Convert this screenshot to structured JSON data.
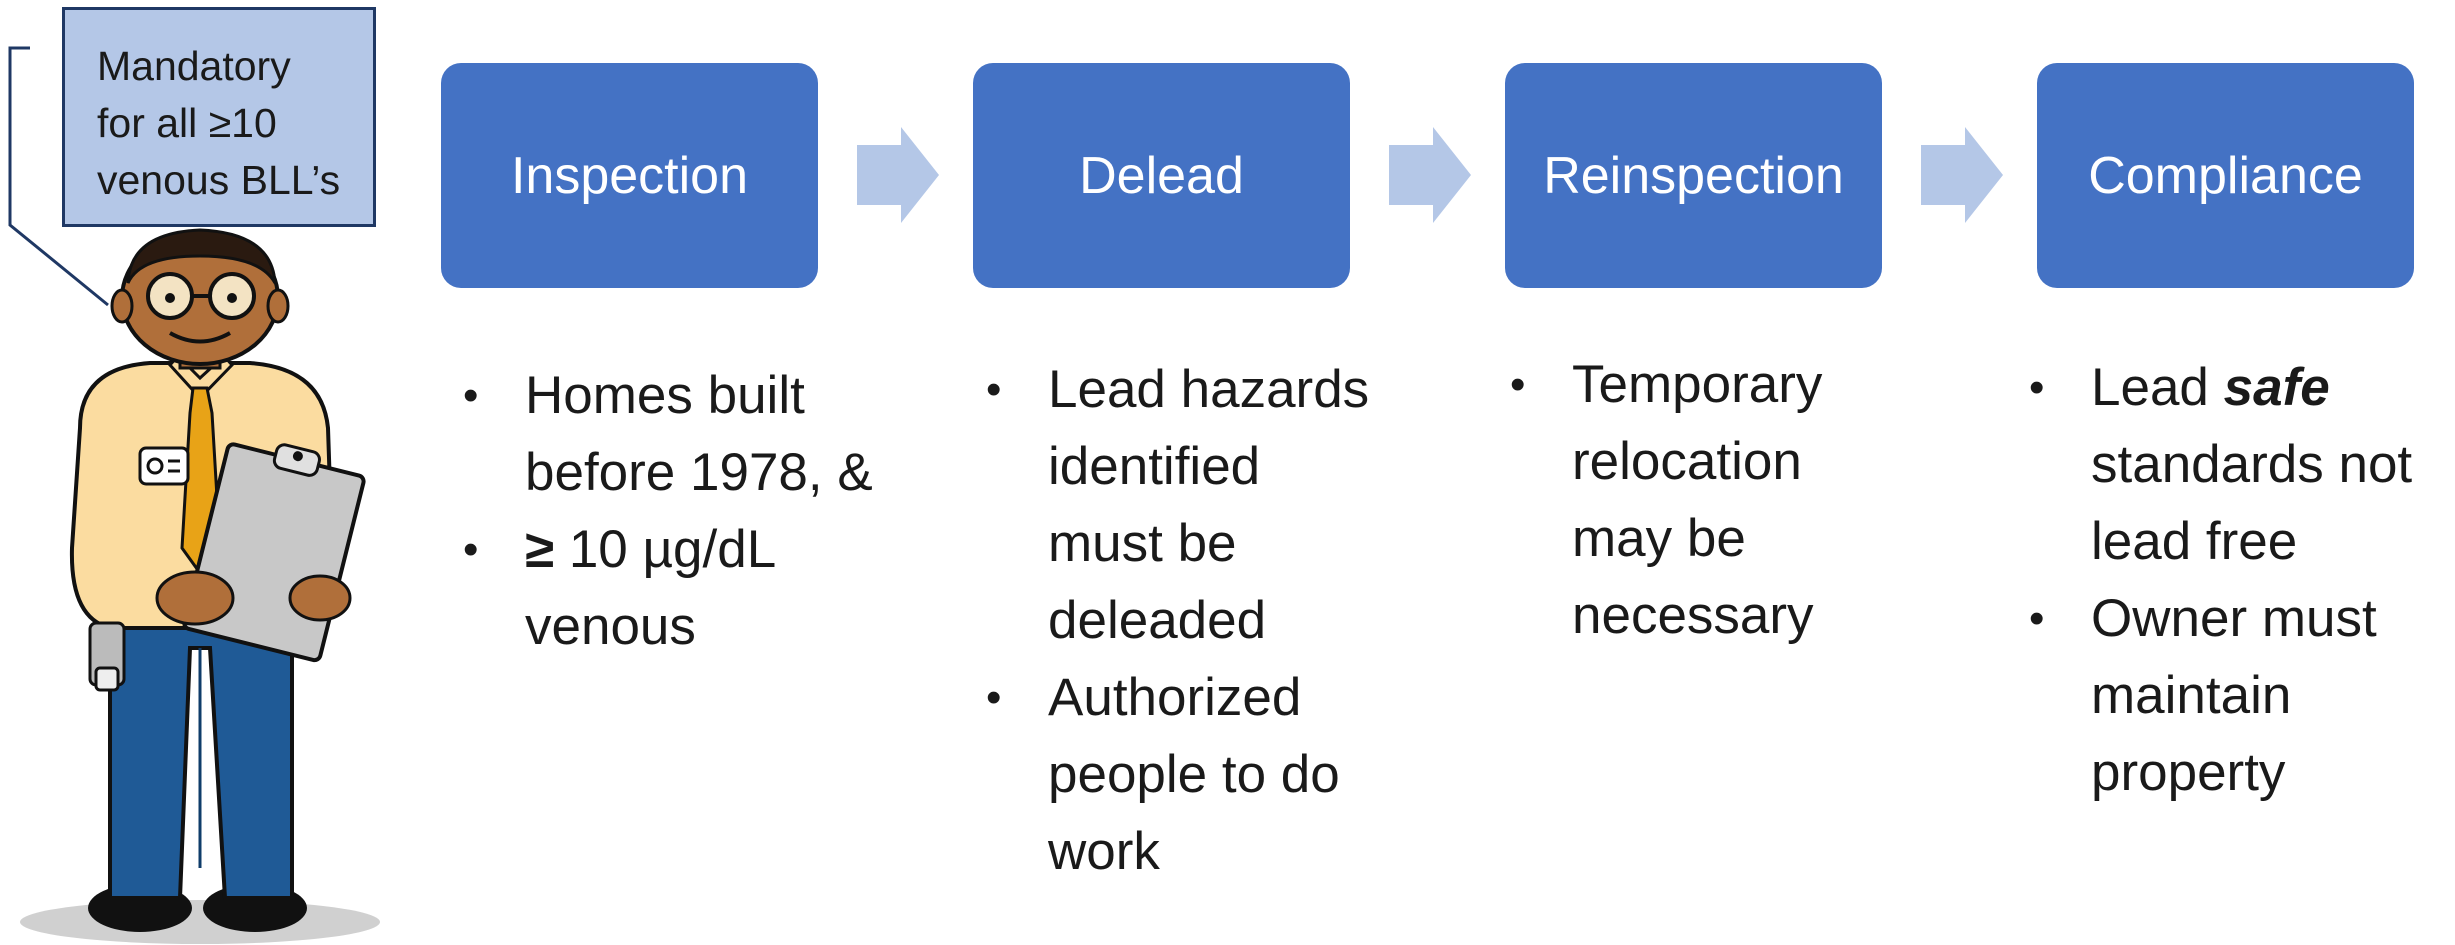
{
  "callout": {
    "lines": [
      "Mandatory",
      "for all ≥10",
      "venous BLL’s"
    ]
  },
  "steps": [
    {
      "label": "Inspection"
    },
    {
      "label": "Delead"
    },
    {
      "label": "Reinspection"
    },
    {
      "label": "Compliance"
    }
  ],
  "bullets": {
    "inspection": [
      {
        "lines": [
          "Homes built",
          "before 1978, &"
        ]
      },
      {
        "bold_symbol": "≥",
        "lines": [
          " 10 µg/dL",
          "venous"
        ]
      }
    ],
    "delead": [
      {
        "lines": [
          "Lead hazards",
          "identified",
          "must be",
          "deleaded"
        ]
      },
      {
        "lines": [
          "Authorized",
          "people to do",
          "work"
        ]
      }
    ],
    "reinspection": [
      {
        "lines": [
          "Temporary",
          "relocation",
          "may be",
          "necessary"
        ]
      }
    ],
    "compliance": [
      {
        "prefix": "Lead ",
        "emphasis": "safe",
        "lines": [
          "standards not",
          "lead free"
        ]
      },
      {
        "lines": [
          "Owner must",
          "maintain",
          "property"
        ]
      }
    ]
  },
  "colors": {
    "step_fill": "#4472c4",
    "arrow_fill": "#b4c7e7",
    "callout_fill": "#b4c7e7",
    "callout_border": "#1f3864"
  },
  "icons": [
    "inspector-illustration",
    "chevron-arrow",
    "bullet-dot"
  ]
}
